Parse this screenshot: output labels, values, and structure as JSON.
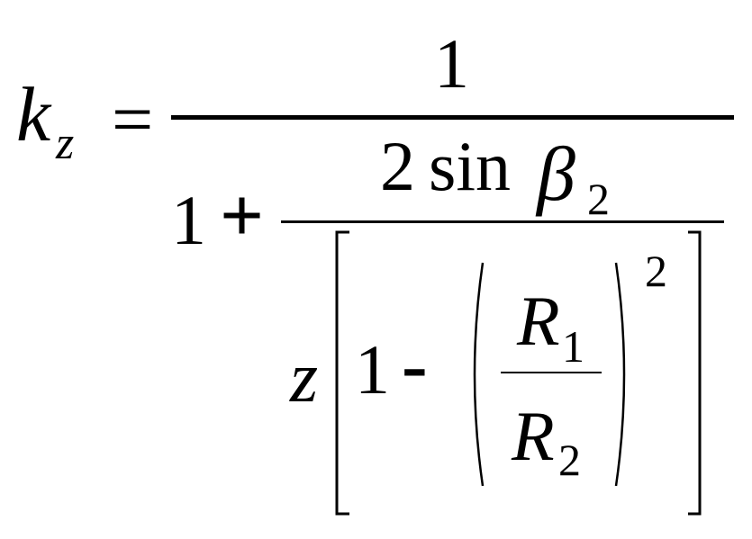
{
  "formula": {
    "lhs_symbol": "k",
    "lhs_subscript": "z",
    "equals": "=",
    "numerator": "1",
    "denominator": {
      "one": "1",
      "plus": "+",
      "inner": {
        "coefficient": "2",
        "function": "sin",
        "symbol": "β",
        "symbol_subscript": "2",
        "variable": "z",
        "one": "1",
        "minus": "-",
        "ratio_top_symbol": "R",
        "ratio_top_subscript": "1",
        "ratio_bottom_symbol": "R",
        "ratio_bottom_subscript": "2",
        "exponent": "2"
      }
    }
  }
}
